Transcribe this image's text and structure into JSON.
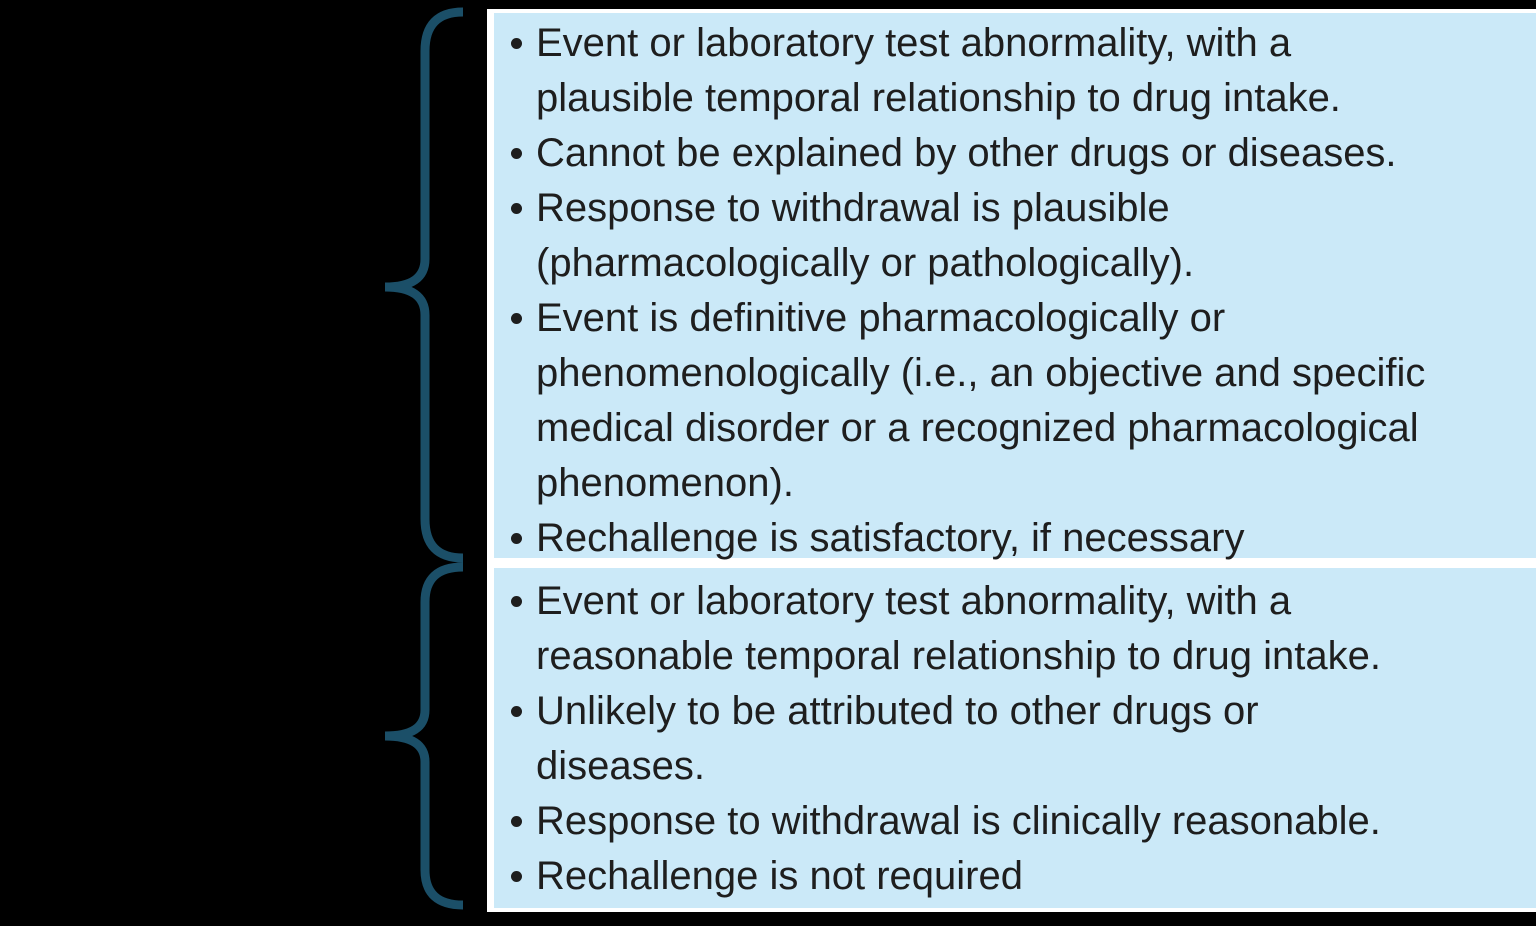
{
  "colors": {
    "canvas_bg": "#000000",
    "panel_bg": "#ffffff",
    "box_bg": "#cbe9f8",
    "text": "#1e1e1e",
    "brace": "#1b4f68"
  },
  "diagram": {
    "top_box": {
      "bullets": [
        "Event or laboratory test abnormality, with a plausible temporal relationship to drug intake.",
        "Cannot be explained by other drugs or diseases.",
        "Response to withdrawal is plausible (pharmacologically or pathologically).",
        "Event is definitive pharmacologically or phenomenologically (i.e., an objective and specific medical disorder or a recognized pharmacological phenomenon).",
        "Rechallenge is satisfactory, if necessary"
      ]
    },
    "bottom_box": {
      "bullets": [
        "Event or laboratory test abnormality, with a reasonable temporal relationship to drug intake.",
        "Unlikely to be attributed to other drugs or diseases.",
        "Response to withdrawal is clinically reasonable.",
        "Rechallenge is not required"
      ]
    }
  }
}
